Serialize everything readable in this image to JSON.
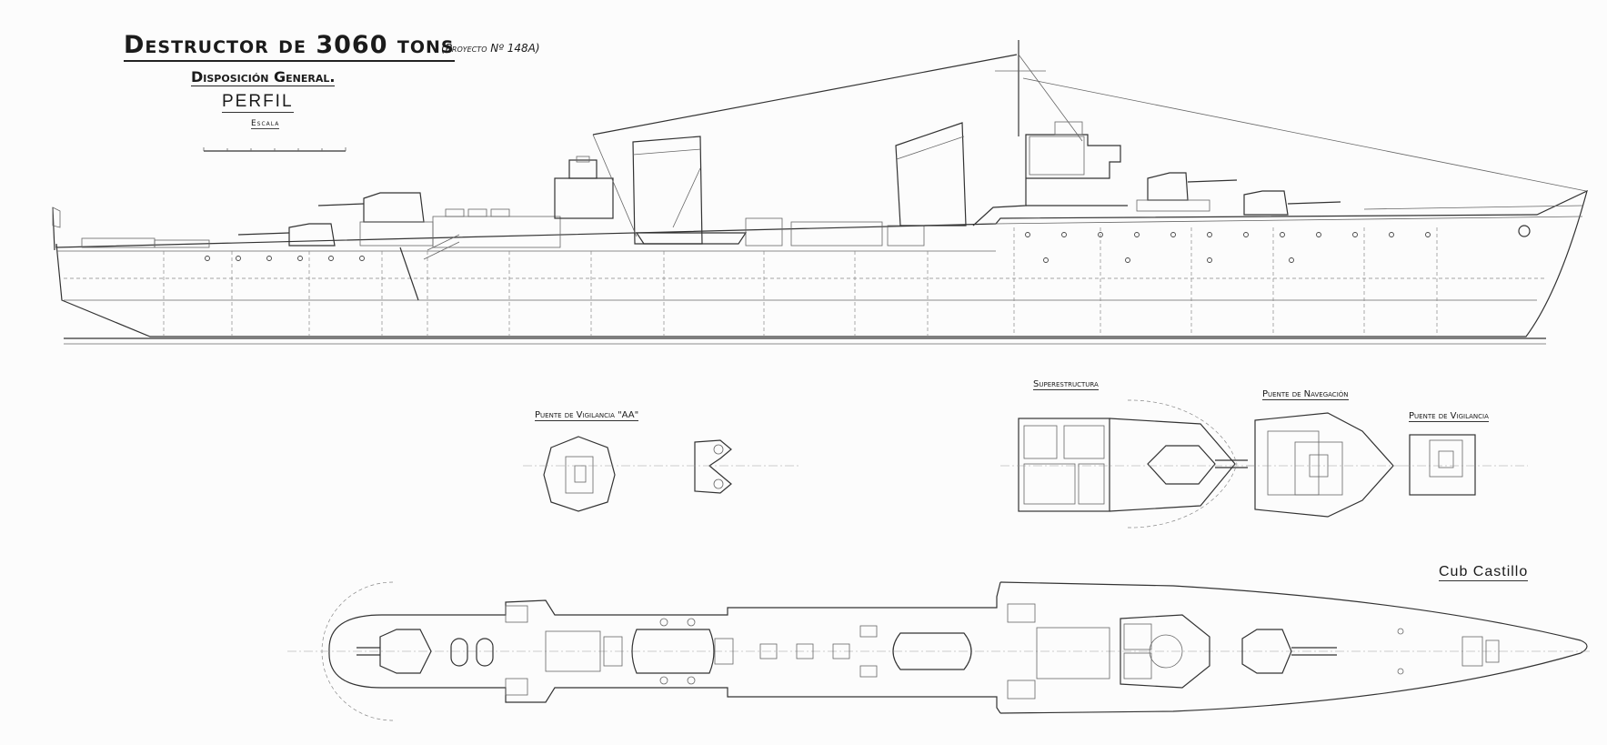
{
  "drawing": {
    "title": "Destructor de 3060 tons",
    "project_note": "(Proyecto Nº 148A)",
    "subtitle": "Disposición General.",
    "profile_label": "PERFIL",
    "scale_label": "Escala"
  },
  "views": {
    "aa_bridge": "Puente de Vigilancia \"AA\"",
    "superstructure": "Superestructura",
    "nav_bridge": "Puente de Navegación",
    "watch_bridge": "Puente de Vigilancia",
    "forecastle_deck": "Cub Castillo"
  },
  "colors": {
    "ink": "#333333",
    "paper": "#fcfcfc"
  }
}
